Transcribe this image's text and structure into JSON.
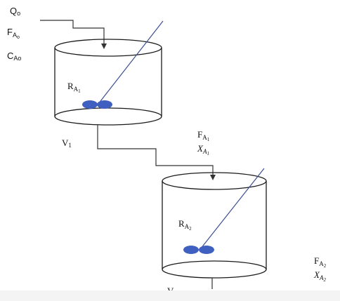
{
  "feed_labels": {
    "flow_main": "Q",
    "flow_sub": "o",
    "molar_main": "F",
    "molar_sub": "A",
    "molar_subsub": "o",
    "conc_main": "C",
    "conc_sub": "Ao"
  },
  "reactor_1": {
    "rate_main": "R",
    "rate_sub": "A",
    "rate_subsub": "1",
    "volume_main": "V",
    "volume_sub": "1"
  },
  "intermediate_labels": {
    "molar_main": "F",
    "molar_sub": "A",
    "molar_subsub": "1",
    "conversion_main": "X",
    "conversion_sub": "A",
    "conversion_subsub": "1"
  },
  "reactor_2": {
    "rate_main": "R",
    "rate_sub": "A",
    "rate_subsub": "2",
    "volume_main": "V"
  },
  "outlet_labels": {
    "molar_main": "F",
    "molar_sub": "A",
    "molar_subsub": "2",
    "conversion_main": "X",
    "conversion_sub": "A",
    "conversion_subsub": "2"
  },
  "colors": {
    "impeller": "#3f60c0",
    "line": "#1a1a1a",
    "stream": "#333333"
  }
}
